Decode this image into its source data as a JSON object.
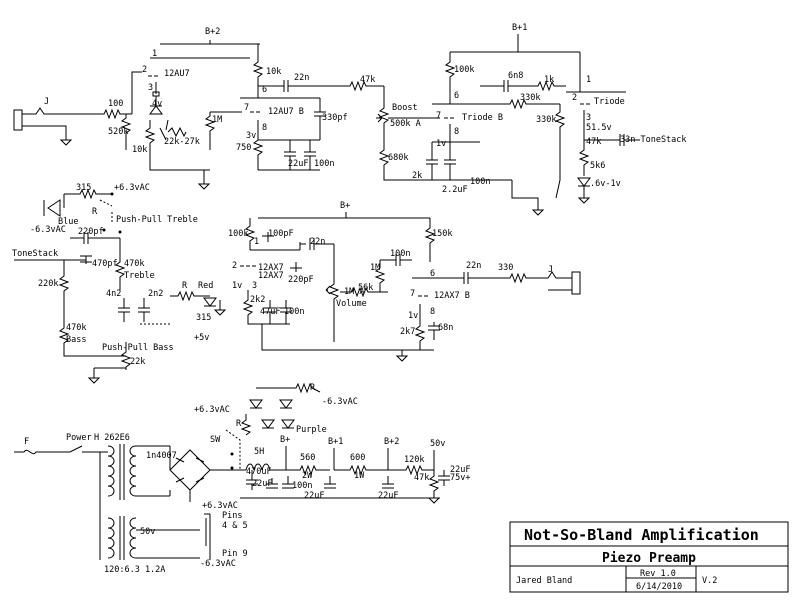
{
  "title_block": {
    "company": "Not-So-Bland Amplification",
    "project": "Piezo Preamp",
    "author": "Jared Bland",
    "rev": "Rev 1.0",
    "date": "6/14/2010",
    "version": "V.2"
  },
  "labels": {
    "bp2_top": "B+2",
    "bp1_top": "B+1",
    "bp_mid": "B+",
    "jack_in": "J",
    "jack_out": "J",
    "r100_in": "100",
    "r520k": "520k",
    "r10k_a": "10k",
    "r22k27k": "22k-27k",
    "r1m_a": "1M",
    "r750": "750",
    "r10k_plate": "10k",
    "c22n_a": "22n",
    "c330pf": "330pf",
    "c22uf_a": "22uF",
    "c100n_a": "100n",
    "v3": "3v",
    "v4": "4v",
    "tube_a": "12AU7",
    "tube_b": "12AU7 B",
    "pin1": "1",
    "pin2": "2",
    "pin3": "3",
    "pin6": "6",
    "pin7": "7",
    "pin8": "8",
    "r47k_a": "47k",
    "boost": "Boost",
    "pot500k": "500k A",
    "r680k": "680k",
    "r2k_a": "2k",
    "c2u2": "2.2uF",
    "c100n_b": "100n",
    "r100k_a": "100k",
    "c6n8": "6n8",
    "r1k": "1k",
    "r330k_a": "330k",
    "r330k_b": "330k",
    "triode": "Triode",
    "triode_b": "Triode B",
    "v1": "1v",
    "v51": "51.5v",
    "r47k_b": "47k",
    "c33n": "33n ToneStack",
    "r5k6": "5k6",
    "led_v": ".6v-1v",
    "r315": "315",
    "vac63_a": "+6.3vAC",
    "vac63_b": "-6.3vAC",
    "blue": "Blue",
    "r_r": "R",
    "pp_treble": "Push-Pull Treble",
    "tonestack": "ToneStack",
    "c220pf": "220pf",
    "c470pf": "470pf",
    "r470k_t": "470k",
    "treble": "Treble",
    "r220k": "220k",
    "c4n2": "4n2",
    "c2n2": "2n2",
    "red": "Red",
    "r315_b": "315",
    "v5": "+5v",
    "r470k_b": "470k",
    "bass": "Bass",
    "pp_bass": "Push-Pull Bass",
    "r22k": "22k",
    "r100k_b": "100k",
    "c100pf": "100pF",
    "tube_c": "12AX7",
    "tube_c2": "12AX7",
    "c220pf_b": "220pF",
    "r2k2": "2k2",
    "c47uf": "47uF",
    "c100n_c": "100n",
    "c22n_b": "22n",
    "pot1m": "1M A",
    "volume": "Volume",
    "r56k": "56k",
    "r1m_b": "1M",
    "c100n_d": "100n",
    "r150k": "150k",
    "tube_d": "12AX7 B",
    "r2k7": "2k7",
    "c68n": "68n",
    "c22n_c": "22n",
    "r330": "330",
    "fuse": "F",
    "power": "Power",
    "transformer": "H 262E6",
    "diode": "1n4007",
    "v50": "50v",
    "mains": "120:6.3 1.2A",
    "pins45": "Pins\n4 & 5",
    "pins45_a": "Pins",
    "pins45_b": "4 & 5",
    "pin9": "Pin 9",
    "vac63_c": "+6.3vAC",
    "vac63_d": "-6.3vAC",
    "vac63_e": "+6.3vAC",
    "vac63_f": "-6.3vAC",
    "purple": "Purple",
    "sw": "SW",
    "choke": "5H",
    "c470uf": "470uF",
    "c22uf_b": "22uF",
    "c100n_e": "100n",
    "r560": "560",
    "r2w": "2W",
    "c22uf_c": "22uF",
    "r600": "600",
    "r1w": "1W",
    "c22uf_d": "22uF",
    "r120k": "120k",
    "r47k_c": "47k",
    "c22uf_e": "22uF",
    "v75": "75v+",
    "v50_b": "50v",
    "bp_ps": "B+",
    "bp1_ps": "B+1",
    "bp2_ps": "B+2"
  }
}
